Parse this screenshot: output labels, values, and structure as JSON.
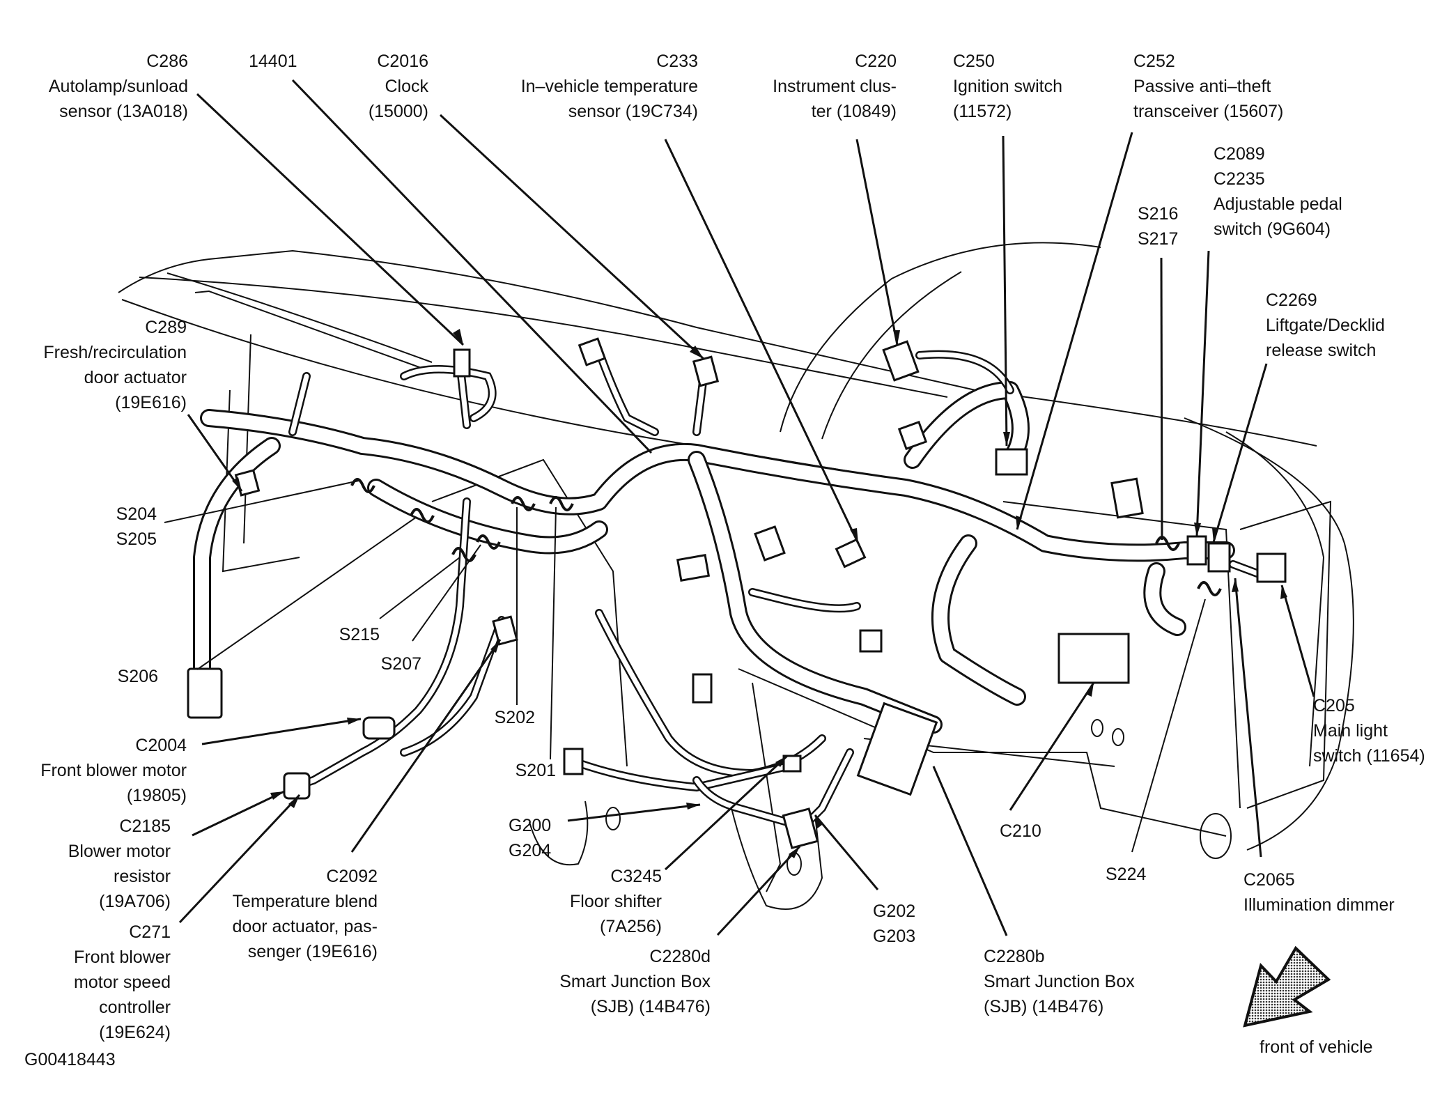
{
  "figure_id": "G00418443",
  "orientation": {
    "label": "front of vehicle",
    "icon": "arrow-down-left-icon"
  },
  "callouts": {
    "c286": {
      "id": "C286",
      "lines": [
        "Autolamp/sunload",
        "sensor (13A018)"
      ]
    },
    "p14401": {
      "id": "14401",
      "lines": []
    },
    "c2016": {
      "id": "C2016",
      "lines": [
        "Clock",
        "(15000)"
      ]
    },
    "c233": {
      "id": "C233",
      "lines": [
        "In–vehicle temperature",
        "sensor (19C734)"
      ]
    },
    "c220": {
      "id": "C220",
      "lines": [
        "Instrument clus-",
        "ter (10849)"
      ]
    },
    "c250": {
      "id": "C250",
      "lines": [
        "Ignition switch",
        "(11572)"
      ]
    },
    "c252": {
      "id": "C252",
      "lines": [
        "Passive anti–theft",
        "transceiver (15607)"
      ]
    },
    "c2089": {
      "id": "C2089",
      "id2": "C2235",
      "lines": [
        "Adjustable pedal",
        "switch (9G604)"
      ]
    },
    "s216": {
      "id": "S216",
      "id2": "S217"
    },
    "c2269": {
      "id": "C2269",
      "lines": [
        "Liftgate/Decklid",
        "release switch"
      ]
    },
    "c289": {
      "id": "C289",
      "lines": [
        "Fresh/recirculation",
        "door actuator",
        "(19E616)"
      ]
    },
    "s204": {
      "id": "S204",
      "id2": "S205"
    },
    "s206": {
      "id": "S206"
    },
    "s215": {
      "id": "S215"
    },
    "s207": {
      "id": "S207"
    },
    "s202": {
      "id": "S202"
    },
    "s201": {
      "id": "S201"
    },
    "c2004": {
      "id": "C2004",
      "lines": [
        "Front blower motor",
        "(19805)"
      ]
    },
    "c2185": {
      "id": "C2185",
      "lines": [
        "Blower motor",
        "resistor",
        "(19A706)"
      ]
    },
    "c271": {
      "id": "C271",
      "lines": [
        "Front blower",
        "motor speed",
        "controller",
        "(19E624)"
      ]
    },
    "c2092": {
      "id": "C2092",
      "lines": [
        "Temperature blend",
        "door actuator, pas-",
        "senger (19E616)"
      ]
    },
    "g200": {
      "id": "G200",
      "id2": "G204"
    },
    "c3245": {
      "id": "C3245",
      "lines": [
        "Floor shifter",
        "(7A256)"
      ]
    },
    "c2280d": {
      "id": "C2280d",
      "lines": [
        "Smart Junction Box",
        "(SJB) (14B476)"
      ]
    },
    "g202": {
      "id": "G202",
      "id2": "G203"
    },
    "c2280b": {
      "id": "C2280b",
      "lines": [
        "Smart Junction Box",
        "(SJB) (14B476)"
      ]
    },
    "c210": {
      "id": "C210"
    },
    "s224": {
      "id": "S224"
    },
    "c2065": {
      "id": "C2065",
      "lines": [
        "Illumination dimmer"
      ]
    },
    "c205": {
      "id": "C205",
      "lines": [
        "Main light",
        "switch (11654)"
      ]
    }
  }
}
